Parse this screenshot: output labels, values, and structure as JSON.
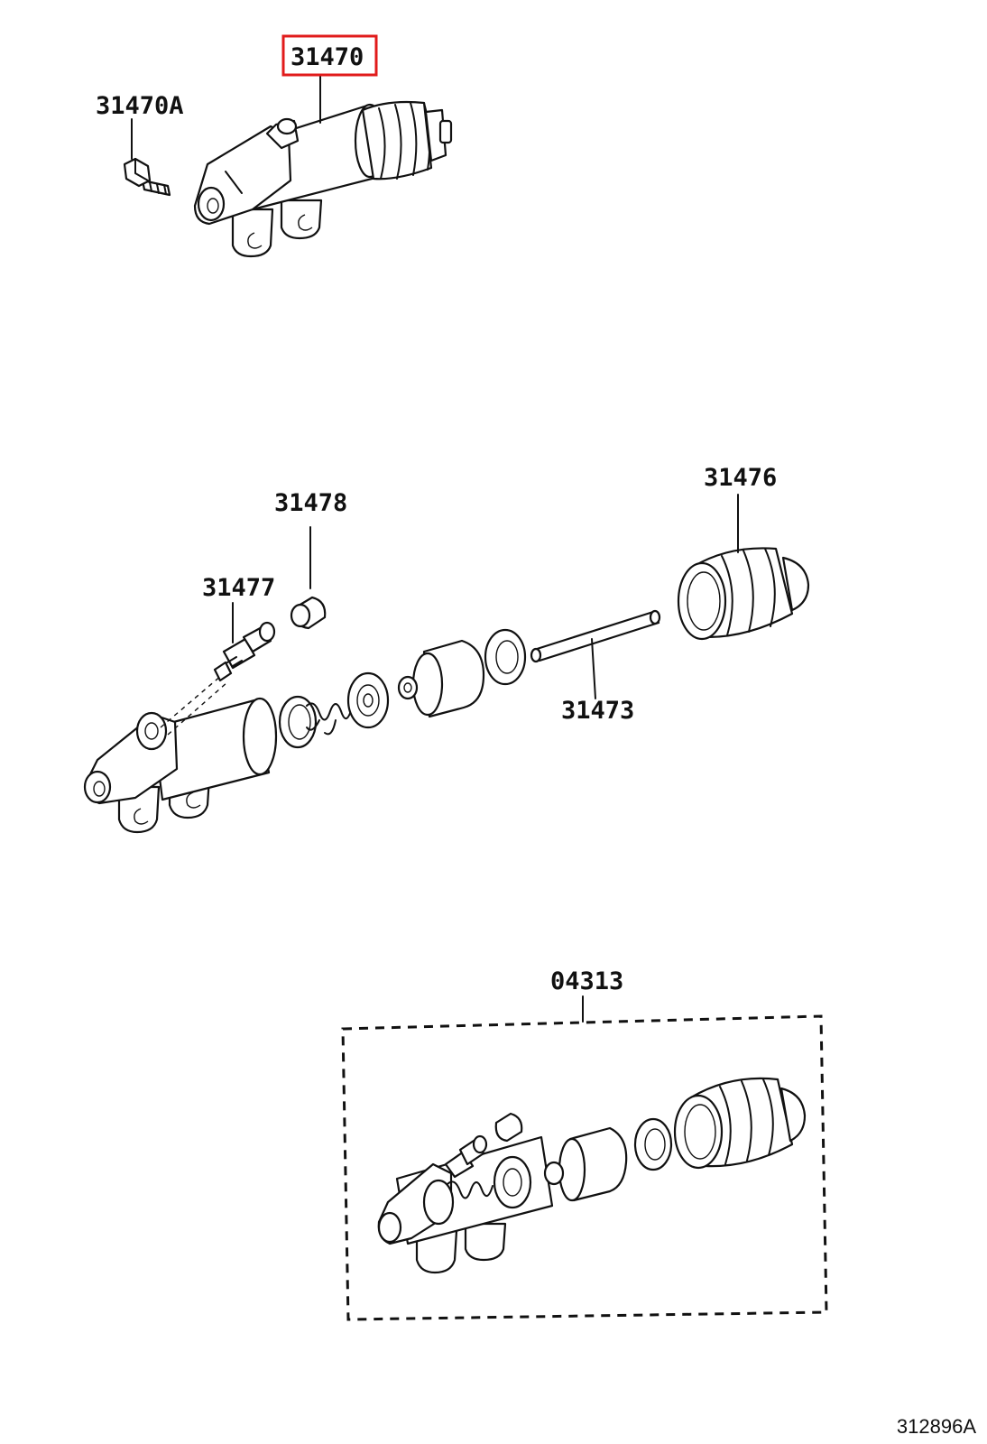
{
  "parts": {
    "p31470": "31470",
    "p31470A": "31470A",
    "p31478": "31478",
    "p31477": "31477",
    "p31476": "31476",
    "p31473": "31473",
    "p04313": "04313"
  },
  "highlighted_part": "31470",
  "highlight_color": "#e11b1b",
  "diagram_ref": "312896A"
}
